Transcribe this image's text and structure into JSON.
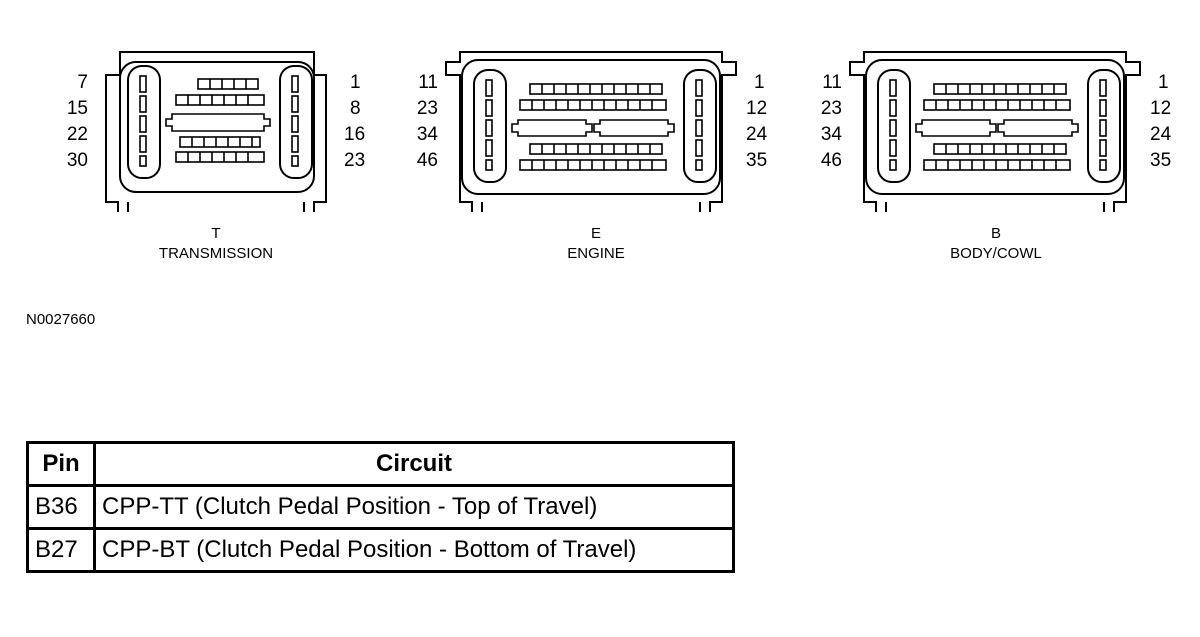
{
  "connectors": [
    {
      "id": "transmission",
      "code": "T",
      "name": "TRANSMISSION",
      "left_pins": [
        "7",
        "15",
        "22",
        "30"
      ],
      "right_pins": [
        "1",
        "8",
        "16",
        "23"
      ]
    },
    {
      "id": "engine",
      "code": "E",
      "name": "ENGINE",
      "left_pins": [
        "11",
        "23",
        "34",
        "46"
      ],
      "right_pins": [
        "1",
        "12",
        "24",
        "35"
      ]
    },
    {
      "id": "body-cowl",
      "code": "B",
      "name": "BODY/COWL",
      "left_pins": [
        "11",
        "23",
        "34",
        "46"
      ],
      "right_pins": [
        "1",
        "12",
        "24",
        "35"
      ]
    }
  ],
  "figure_ref": "N0027660",
  "table": {
    "headers": {
      "pin": "Pin",
      "circuit": "Circuit"
    },
    "rows": [
      {
        "pin": "B36",
        "circuit": "CPP-TT (Clutch Pedal Position - Top of Travel)"
      },
      {
        "pin": "B27",
        "circuit": "CPP-BT (Clutch Pedal Position - Bottom of Travel)"
      }
    ]
  }
}
